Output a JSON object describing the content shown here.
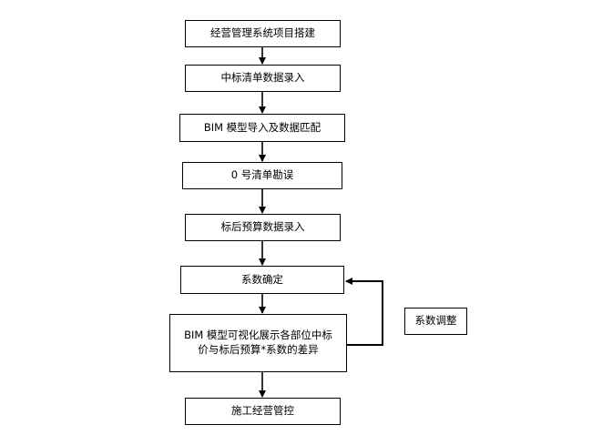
{
  "steps": [
    {
      "label": "经营管理系统项目搭建"
    },
    {
      "label": "中标清单数据录入"
    },
    {
      "label": "BIM 模型导入及数据匹配"
    },
    {
      "label": "0 号清单勘误"
    },
    {
      "label": "标后预算数据录入"
    },
    {
      "label": "系数确定"
    },
    {
      "lines": [
        "BIM 模型可视化展示各部位中标",
        "价与标后预算*系数的差异"
      ]
    },
    {
      "label": "施工经营管控"
    }
  ],
  "side_note": {
    "label": "系数调整"
  },
  "colors": {
    "line": "#000000",
    "box_border": "#000000",
    "background": "#ffffff"
  }
}
